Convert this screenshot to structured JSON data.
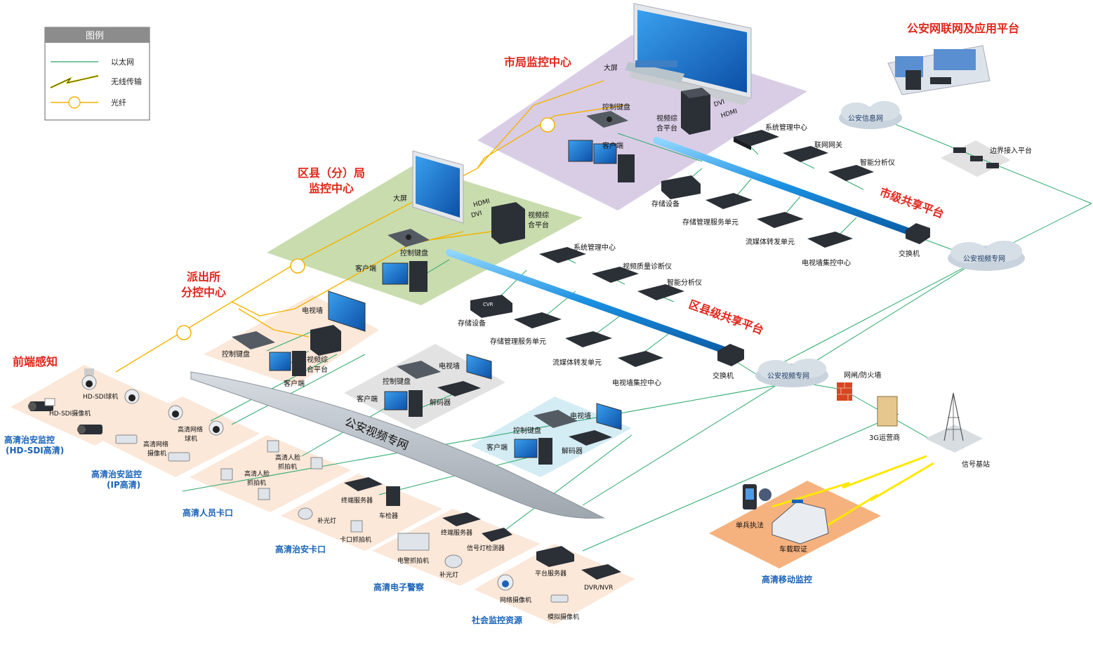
{
  "legend": {
    "title": "图例",
    "items": [
      "以太网",
      "无线传输",
      "光纤"
    ]
  },
  "city_center": {
    "title": "市局监控中心",
    "big_screen": "大屏",
    "keyboard": "控制键盘",
    "client": "客户端",
    "platform_l1": "视频综",
    "platform_l2": "合平台",
    "dvi": "DVI",
    "hdmi": "HDMI"
  },
  "city_share": {
    "title": "市级共享平台",
    "sys_mgmt": "系统管理中心",
    "gateway": "联网网关",
    "analyzer": "智能分析仪",
    "storage": "存储设备",
    "storage_mgmt": "存储管理服务单元",
    "stream": "流媒体转发单元",
    "tvwall": "电视墙集控中心",
    "switch": "交换机"
  },
  "public_app": {
    "title": "公安网联网及应用平台",
    "info_net": "公安信息网",
    "border": "边界接入平台",
    "video_net": "公安视频专网"
  },
  "district_center": {
    "title_l1": "区县（分）局",
    "title_l2": "监控中心",
    "big_screen": "大屏",
    "hdmi": "HDMI",
    "dvi": "DVI",
    "platform_l1": "视频综",
    "platform_l2": "合平台",
    "keyboard": "控制键盘",
    "client": "客户端"
  },
  "district_share": {
    "title": "区县级共享平台",
    "sys_mgmt": "系统管理中心",
    "quality": "视频质量诊断仪",
    "analyzer": "智能分析仪",
    "storage": "存储设备",
    "storage_mgmt": "存储管理服务单元",
    "stream": "流媒体转发单元",
    "tvwall": "电视墙集控中心",
    "switch": "交换机",
    "video_net": "公安视频专网",
    "cvr": "CVR"
  },
  "station": {
    "title_l1": "派出所",
    "title_l2": "分控中心",
    "tvwall": "电视墙",
    "keyboard": "控制键盘",
    "platform_l1": "视频综",
    "platform_l2": "合平台",
    "client": "客户端"
  },
  "gray_group": {
    "keyboard": "控制键盘",
    "tvwall": "电视墙",
    "client": "客户端",
    "decoder": "解码器"
  },
  "blue_group": {
    "tvwall": "电视墙",
    "keyboard": "控制键盘",
    "client": "客户端",
    "decoder": "解码器"
  },
  "backbone": {
    "label": "公安视频专网"
  },
  "front": {
    "title": "前端感知",
    "hdsdi_dome": "HD-SDI球机",
    "hdsdi_cam": "HD-SDI摄像机",
    "hdsdi_label_l1": "高清治安监控",
    "hdsdi_label_l2": "(HD-SDI高清)",
    "ip_dome_l1": "高清网络",
    "ip_dome_l2": "球机",
    "ip_cam_l1": "高清网络",
    "ip_cam_l2": "摄像机",
    "ip_label_l1": "高清治安监控",
    "ip_label_l2": "(IP高清)",
    "face_l1": "高清人脸",
    "face_l2": "抓拍机",
    "face_label": "高清人员卡口",
    "term_server": "终端服务器",
    "vehicle_det": "车检器",
    "fill_light": "补光灯",
    "gate_cam": "卡口抓拍机",
    "gate_label": "高清治安卡口",
    "police_term": "终端服务器",
    "signal_det": "信号灯检测器",
    "police_cam": "电警抓拍机",
    "police_light": "补光灯",
    "police_label": "高清电子警察",
    "plat_server": "平台服务器",
    "dvr": "DVR/NVR",
    "net_cam": "网络摄像机",
    "analog_cam": "模拟摄像机",
    "social_label": "社会监控资源"
  },
  "mobile": {
    "firewall": "网闸/防火墙",
    "operator": "3G运营商",
    "base": "信号基站",
    "single": "单兵执法",
    "vehicle": "车载取证",
    "label": "高清移动监控"
  },
  "colors": {
    "ethernet": "#2aa86a",
    "fiber": "#f3b300",
    "title_red": "#e1261c",
    "label_blue": "#1a63b8",
    "city_zone": "#d9cde6",
    "district_zone": "#c9dcae",
    "station_zone": "#fbe8d9",
    "gray_zone": "#e2e2e2",
    "blue_zone": "#d4ecf4",
    "mobile_zone": "#f6b27e"
  }
}
